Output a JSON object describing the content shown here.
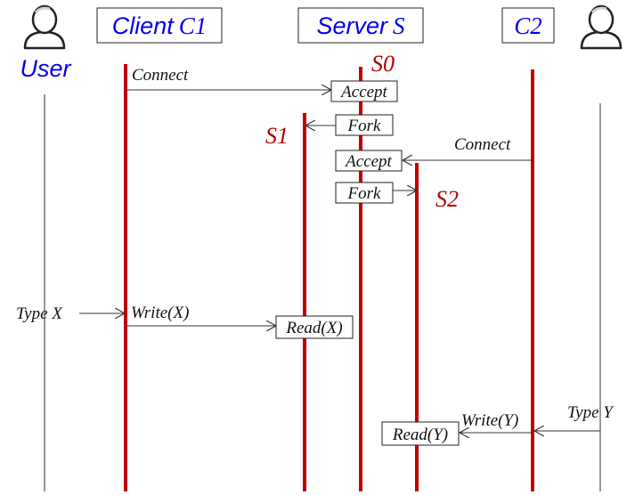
{
  "colors": {
    "lifeline_red": "#c00000",
    "label_blue": "#0000ee",
    "label_red": "#b00000",
    "line_gray": "#555555",
    "text_black": "#111111"
  },
  "actors": {
    "user_left": {
      "icon": "user-icon",
      "label": "User"
    },
    "user_right": {
      "icon": "user-icon"
    }
  },
  "headers": {
    "client": {
      "word": "Client",
      "symbol": "C1"
    },
    "server": {
      "word": "Server",
      "symbol": "S"
    },
    "c2": {
      "symbol": "C2"
    }
  },
  "process_labels": {
    "s0": "S0",
    "s1": "S1",
    "s2": "S2"
  },
  "messages": {
    "connect_c1": "Connect",
    "accept_1": "Accept",
    "fork_1": "Fork",
    "connect_c2": "Connect",
    "accept_2": "Accept",
    "fork_2": "Fork",
    "type_x": "Type X",
    "write_x": "Write(X)",
    "read_x": "Read(X)",
    "type_y": "Type Y",
    "write_y": "Write(Y)",
    "read_y": "Read(Y)"
  }
}
